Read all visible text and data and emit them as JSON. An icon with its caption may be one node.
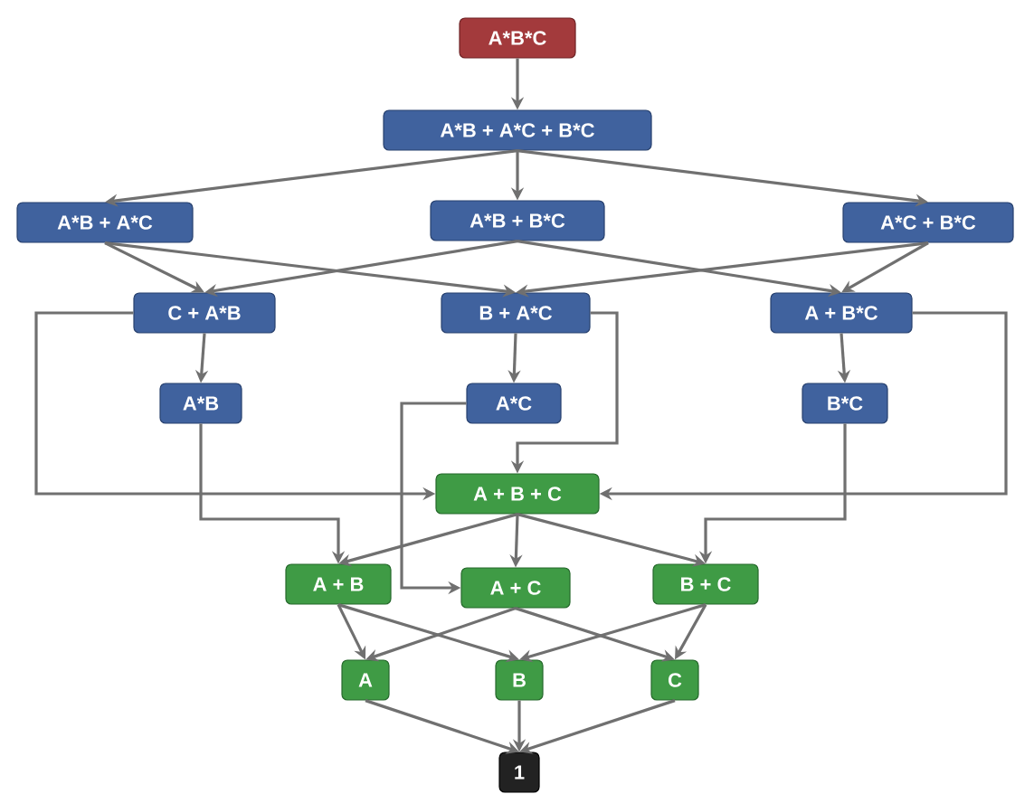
{
  "diagram": {
    "nodes": [
      {
        "text": [
          "A*B*C"
        ]
      },
      {
        "text": [
          "A*B + A*C + B*C"
        ]
      },
      {
        "text": [
          "A*B + A*C"
        ]
      },
      {
        "text": [
          "A*B + B*C"
        ]
      },
      {
        "text": [
          "A*C + B*C"
        ]
      },
      {
        "text": [
          "C + A*B"
        ]
      },
      {
        "text": [
          "B + A*C"
        ]
      },
      {
        "text": [
          "A + B*C"
        ]
      },
      {
        "text": [
          "A*B"
        ]
      },
      {
        "text": [
          "A*C"
        ]
      },
      {
        "text": [
          "B*C"
        ]
      },
      {
        "text": [
          "A + B + C"
        ]
      },
      {
        "text": [
          "A + B"
        ]
      },
      {
        "text": [
          "A + C"
        ]
      },
      {
        "text": [
          "B + C"
        ]
      },
      {
        "text": [
          "A"
        ]
      },
      {
        "text": [
          "B"
        ]
      },
      {
        "text": [
          "C"
        ]
      },
      {
        "text": [
          "1"
        ]
      }
    ],
    "edges": [
      {
        "from": 0,
        "to": 1,
        "arrow": "to"
      },
      {
        "from": 1,
        "to": 2,
        "arrow": "to"
      },
      {
        "from": 1,
        "to": 3,
        "arrow": "to"
      },
      {
        "from": 1,
        "to": 4,
        "arrow": "to"
      },
      {
        "from": 2,
        "to": 5,
        "arrow": "to"
      },
      {
        "from": 2,
        "to": 6,
        "arrow": "to"
      },
      {
        "from": 3,
        "to": 5,
        "arrow": "to"
      },
      {
        "from": 3,
        "to": 7,
        "arrow": "to"
      },
      {
        "from": 4,
        "to": 6,
        "arrow": "to"
      },
      {
        "from": 4,
        "to": 7,
        "arrow": "to"
      },
      {
        "from": 5,
        "to": 8,
        "arrow": "to"
      },
      {
        "from": 6,
        "to": 9,
        "arrow": "to"
      },
      {
        "from": 7,
        "to": 10,
        "arrow": "to"
      },
      {
        "from": 5,
        "to": 11,
        "arrow": "to"
      },
      {
        "from": 6,
        "to": 11,
        "arrow": "to"
      },
      {
        "from": 7,
        "to": 11,
        "arrow": "to"
      },
      {
        "from": 8,
        "to": 12,
        "arrow": "to"
      },
      {
        "from": 9,
        "to": 13,
        "arrow": "to"
      },
      {
        "from": 10,
        "to": 14,
        "arrow": "to"
      },
      {
        "from": 11,
        "to": 12,
        "arrow": "to"
      },
      {
        "from": 11,
        "to": 13,
        "arrow": "to"
      },
      {
        "from": 11,
        "to": 14,
        "arrow": "to"
      },
      {
        "from": 12,
        "to": 15,
        "arrow": "to"
      },
      {
        "from": 12,
        "to": 16,
        "arrow": "to"
      },
      {
        "from": 13,
        "to": 15,
        "arrow": "to"
      },
      {
        "from": 13,
        "to": 17,
        "arrow": "to"
      },
      {
        "from": 14,
        "to": 16,
        "arrow": "to"
      },
      {
        "from": 14,
        "to": 17,
        "arrow": "to"
      },
      {
        "from": 15,
        "to": 18,
        "arrow": "to"
      },
      {
        "from": 16,
        "to": 18,
        "arrow": "to"
      },
      {
        "from": 17,
        "to": 18,
        "arrow": "to"
      }
    ]
  }
}
